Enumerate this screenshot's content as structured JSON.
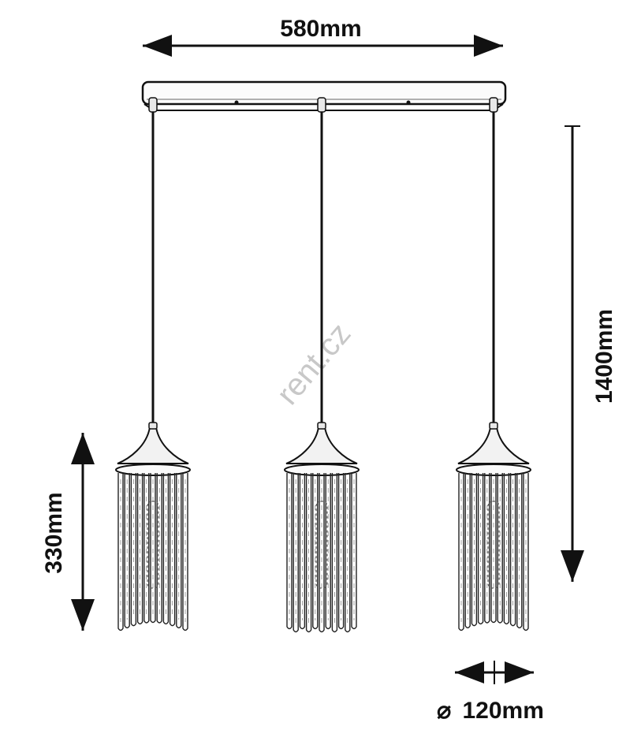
{
  "dimensions": {
    "width_label": "580mm",
    "height_label": "1400mm",
    "shade_height_label": "330mm",
    "diameter_symbol": "⌀",
    "diameter_value": "120mm"
  },
  "watermark": "rent.cz",
  "colors": {
    "ink": "#111111",
    "watermark": "#c8c8c8",
    "background": "#ffffff"
  }
}
